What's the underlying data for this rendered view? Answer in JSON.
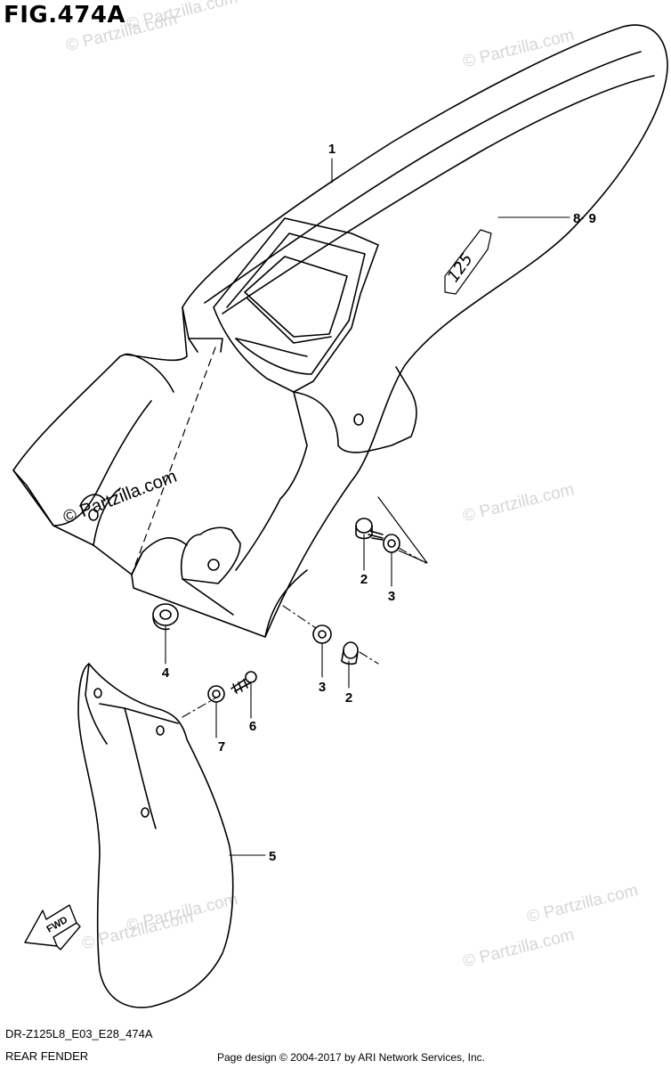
{
  "figure": {
    "title": "FIG.474A",
    "model_code": "DR-Z125L8_E03_E28_474A",
    "section_name": "REAR FENDER",
    "copyright": "Page design © 2004-2017 by ARI Network Services, Inc."
  },
  "watermark": {
    "text": "© Partzilla.com",
    "overlay_text": "© Partzilla.com"
  },
  "decal_text": "125",
  "fwd_label": "FWD",
  "callouts": {
    "c1": "1",
    "c89": "8· 9",
    "c2a": "2",
    "c3a": "3",
    "c4": "4",
    "c3b": "3",
    "c2b": "2",
    "c7": "7",
    "c6": "6",
    "c5": "5"
  }
}
